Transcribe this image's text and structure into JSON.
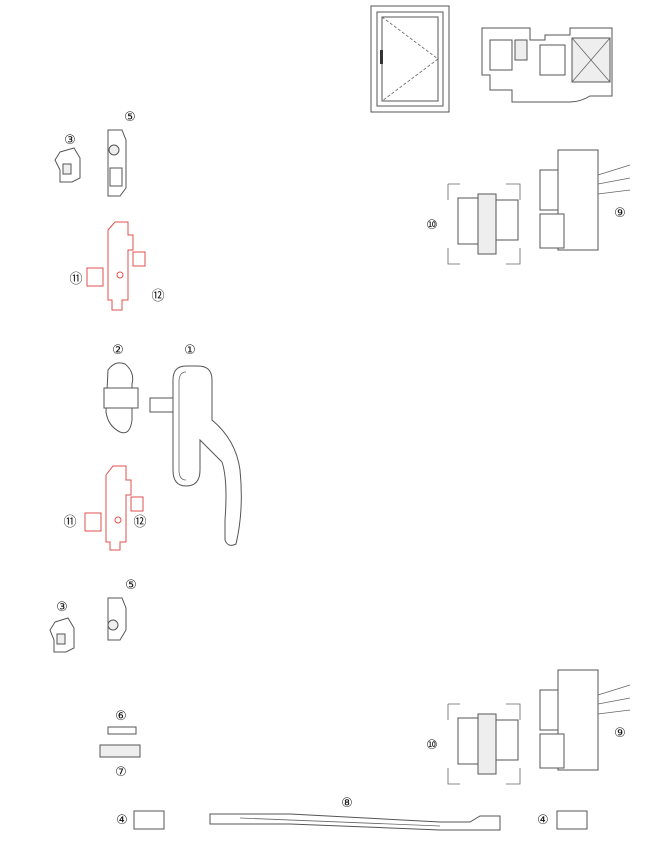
{
  "diagram": {
    "title": "Window hardware exploded parts diagram",
    "labels": {
      "handle": "①",
      "handle_base": "②",
      "keeper_top": "③",
      "lock_top": "⑤",
      "hinge_frame_top": "⑩",
      "hinge_sash_top": "⑨",
      "red_keeper_top": "⑪",
      "red_block_top": "⑫",
      "red_keeper_mid": "⑪",
      "red_block_mid": "⑫",
      "keeper_bottom": "③",
      "lock_bottom": "⑤",
      "part_6": "⑥",
      "part_7": "⑦",
      "hinge_frame_bottom": "⑩",
      "hinge_sash_bottom": "⑨",
      "end_cap_left": "④",
      "stay_arm": "⑧",
      "end_cap_right": "④"
    },
    "colors": {
      "line": "#555555",
      "highlight": "#e0504c"
    }
  }
}
